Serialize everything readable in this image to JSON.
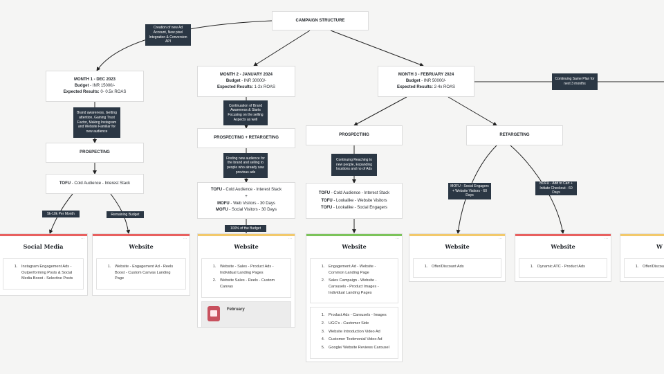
{
  "root": {
    "title": "CAMPAIGN STRUCTURE"
  },
  "tags": {
    "creation": "Creation of new Ad Account, New pixel Integration & Conversion API",
    "awareness": "Brand awareness, Getting attention, Gaining Trust Factor, Making Instagram and Website Familiar for new audience",
    "continuation": "Continuation of Brand Awareness & Starts Focusing on the selling Aspects as well",
    "continuing_same": "Continuing Same Plan for next 3 months",
    "finding": "Finding new audience for the brand and selling to people who already saw previous ads",
    "continuing_reaching": "Continuing Reaching to new people, Expanding locations and no of Ads",
    "split_5_10": "5k-10k Per Month",
    "remaining": "Remaining Budget",
    "budget_100": "100% of the Budget",
    "mofu": "MOFU - Social Engagers + Website Visitors - 60 Days",
    "bofu": "BOFU - Add to Cart + Initiate Checkout - 60 Days"
  },
  "months": [
    {
      "title": "MONTH 1 - DEC 2023",
      "budget_label": "Budget",
      "budget": " - INR 15000/-",
      "results_label": "Expected Results:",
      "results": " 0- 0.5x ROAS"
    },
    {
      "title": "MONTH 2 - JANUARY 2024",
      "budget_label": "Budget",
      "budget": " - INR 30000/-",
      "results_label": "Expected Results:",
      "results": " 1-2x ROAS"
    },
    {
      "title": "MONTH 3 - FEBRUARY 2024",
      "budget_label": "Budget",
      "budget": " - INR 50000/-",
      "results_label": "Expected Results:",
      "results": " 2-4x ROAS"
    }
  ],
  "sections": {
    "m1_prospecting": "PROSPECTING",
    "m2_prosret": "PROSPECTING + RETARGETING",
    "m3_prospecting": "PROSPECTING",
    "m3_retargeting": "RETARGETING"
  },
  "funnels": {
    "m1": {
      "label": "TOFU",
      "text": " - Cold Audience - Interest Stack"
    },
    "m2": [
      {
        "label": "TOFU",
        "text": " - Cold Audience - Interest Stack"
      },
      {
        "label": "",
        "text": "+"
      },
      {
        "label": "MOFU",
        "text": " - Web Visitors - 30 Days"
      },
      {
        "label": "MOFU",
        "text": " - Social Visitors - 30 Days"
      }
    ],
    "m3": [
      {
        "label": "TOFU",
        "text": " - Cold Audience - Interest Stack"
      },
      {
        "label": "TOFU",
        "text": " - Lookalike - Website Visitors"
      },
      {
        "label": "TOFU",
        "text": " - Lookalike - Social Engagers"
      }
    ]
  },
  "cards": [
    {
      "title": "Social Media",
      "color": "#e8605f",
      "items": [
        "Instagram Engagement Ads - Outperforming Posts & Social Media Boost - Selective Posts"
      ]
    },
    {
      "title": "Website",
      "color": "#e8605f",
      "items": [
        "Website - Engagement Ad - Reels Boost - Custom Canvas Landing Page"
      ]
    },
    {
      "title": "Website",
      "color": "#f2c96b",
      "items": [
        "Website - Sales - Product Ads - Individual Landing Pages",
        "Website Sales - Reels - Custom Canvas"
      ],
      "extra_label": "February"
    },
    {
      "title": "Website",
      "color": "#7cc35a",
      "items": [
        "Engagement Ad - Website - Common Landing Page",
        "Sales Campaign - Website - Carousels - Product Images - Individual Landing Pages"
      ],
      "items2": [
        "Product Ads - Carousels - Images",
        "UGC's - Customer Side",
        "Website Introduction Video Ad",
        "Customer Testimonial Video Ad",
        "Google/ Website Reviews Carousel"
      ]
    },
    {
      "title": "Website",
      "color": "#f2c96b",
      "items": [
        "Offer/Discount Ads"
      ]
    },
    {
      "title": "Website",
      "color": "#e8605f",
      "items": [
        "Dynamic ATC - Product Ads"
      ]
    },
    {
      "title": "W",
      "color": "#f2c96b",
      "items": [
        "Offer/Discoun"
      ]
    }
  ],
  "colors": {
    "tag_bg": "#2b3744",
    "line": "#222222"
  }
}
